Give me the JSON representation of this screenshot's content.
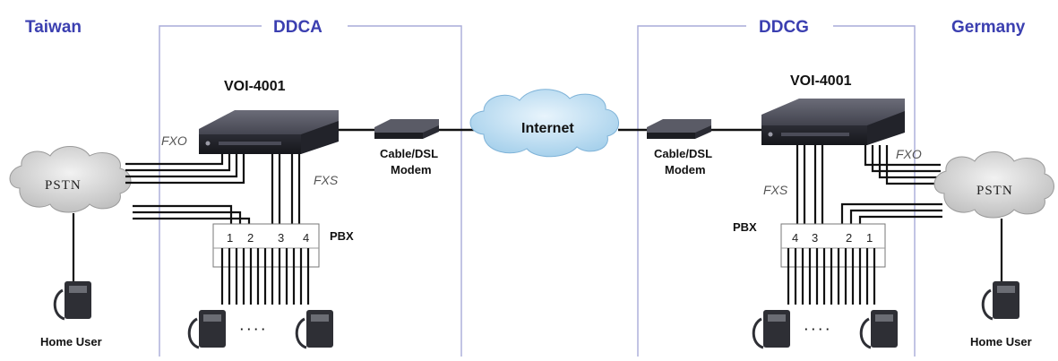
{
  "regions": {
    "left_country": "Taiwan",
    "left_site": "DDCA",
    "right_site": "DDCG",
    "right_country": "Germany"
  },
  "left": {
    "gateway_label": "VOI-4001",
    "fxo_label": "FXO",
    "fxs_label": "FXS",
    "modem_label_line1": "Cable/DSL",
    "modem_label_line2": "Modem",
    "pstn_label": "PSTN",
    "pbx_label": "PBX",
    "ports": [
      "1",
      "2",
      "3",
      "4"
    ],
    "home_user_label": "Home User",
    "phone_dots": "· · · ·"
  },
  "center": {
    "internet_label": "Internet"
  },
  "right": {
    "gateway_label": "VOI-4001",
    "fxo_label": "FXO",
    "fxs_label": "FXS",
    "modem_label_line1": "Cable/DSL",
    "modem_label_line2": "Modem",
    "pstn_label": "PSTN",
    "pbx_label": "PBX",
    "ports": [
      "4",
      "3",
      "2",
      "1"
    ],
    "home_user_label": "Home User",
    "phone_dots": "· · · ·"
  },
  "colors": {
    "region_text": "#3b3fb0",
    "site_border": "#a9abd8",
    "cloud_fill": "#bfdcf0",
    "pstn_fill": "#d6d6d6",
    "device_body": "#3a3a44"
  }
}
